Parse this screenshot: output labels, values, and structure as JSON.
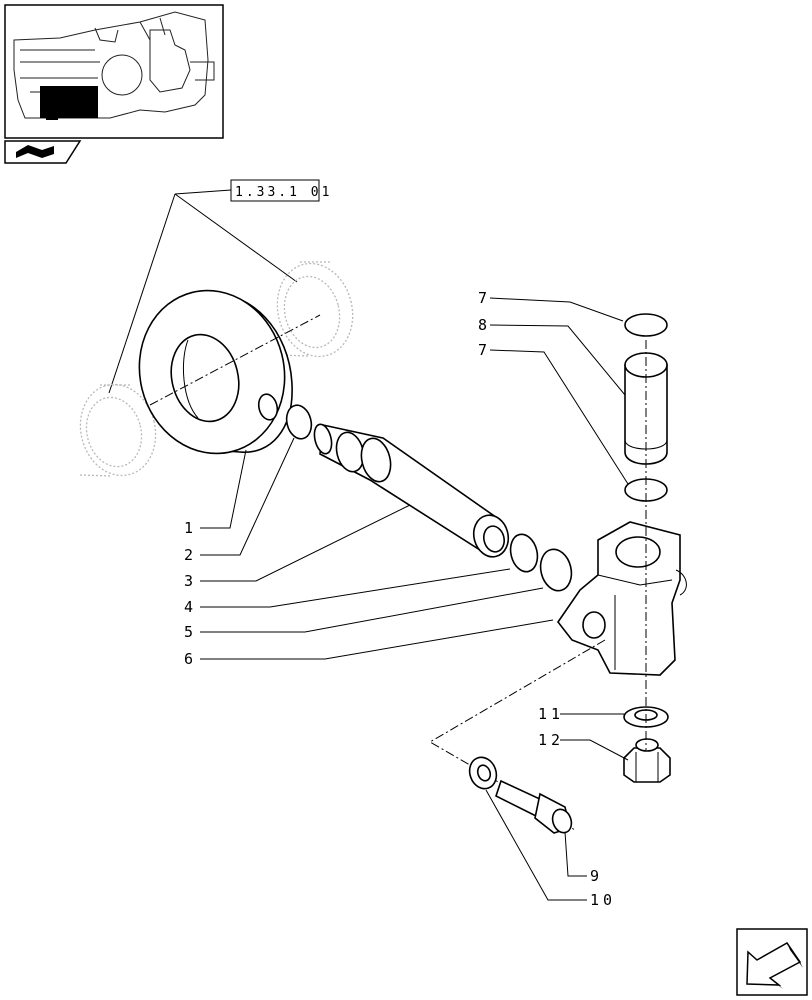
{
  "reference_box": {
    "label": "1.33.1 01"
  },
  "callouts": [
    {
      "id": "1",
      "label": "1"
    },
    {
      "id": "2",
      "label": "2"
    },
    {
      "id": "3",
      "label": "3"
    },
    {
      "id": "4",
      "label": "4"
    },
    {
      "id": "5",
      "label": "5"
    },
    {
      "id": "6",
      "label": "6"
    },
    {
      "id": "7a",
      "label": "7"
    },
    {
      "id": "8",
      "label": "8"
    },
    {
      "id": "7b",
      "label": "7"
    },
    {
      "id": "11",
      "label": "11"
    },
    {
      "id": "12",
      "label": "12"
    },
    {
      "id": "9",
      "label": "9"
    },
    {
      "id": "10",
      "label": "10"
    }
  ],
  "icons": {
    "thumbnail": "assembly-locator-thumbnail",
    "book_tab": "catalog-book-icon",
    "nav": "previous-page-arrow-icon"
  }
}
